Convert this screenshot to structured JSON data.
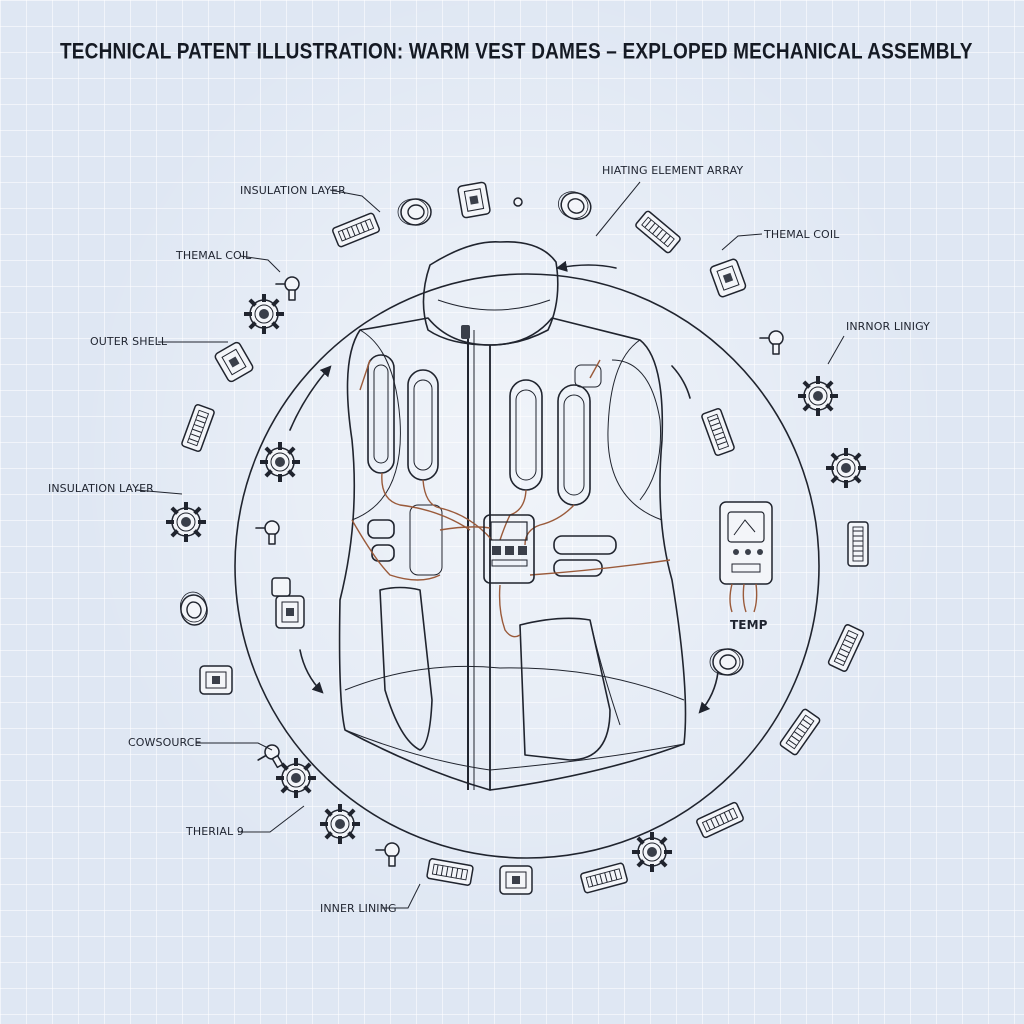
{
  "title": "TECHNICAL PATENT ILLUSTRATION: WARM VEST DAMES – EXPLOPED MECHANICAL ASSEMBLY",
  "labels": {
    "insulation_layer_top": "INSULATION LAYER",
    "thermal_coil_left": "THEMAL COIL",
    "outer_shell": "OUTER SHELL",
    "insulation_layer_left": "INSULATION LAYER",
    "power_source": "COWSOURCE",
    "thermal_bottom": "THERIAL 9",
    "inner_lining_bottom": "INNER LINING",
    "heating_element_array": "HIATING ELEMENT ARRAY",
    "thermal_coil_right": "THEMAL COIL",
    "inner_lining_right": "INRNOR LINIGY",
    "temp": "TEMP"
  },
  "colors": {
    "background": "#dfe7f3",
    "ink": "#20242e",
    "heating_wire": "#9a5a3a"
  }
}
